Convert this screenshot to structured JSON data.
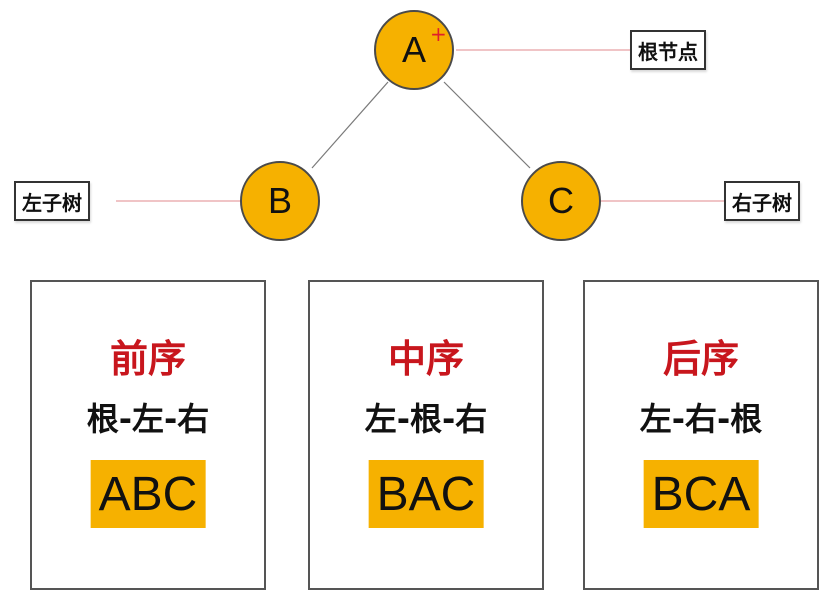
{
  "tree": {
    "nodes": [
      {
        "id": "A",
        "label": "A",
        "role_label": "根节点",
        "marker": "+"
      },
      {
        "id": "B",
        "label": "B",
        "role_label": "左子树"
      },
      {
        "id": "C",
        "label": "C",
        "role_label": "右子树"
      }
    ],
    "edges": [
      [
        "A",
        "B"
      ],
      [
        "A",
        "C"
      ]
    ],
    "node_color": "#f6b100",
    "edge_color": "#7a7a7a",
    "leader_color": "#e7a0a4"
  },
  "traversals": [
    {
      "title": "前序",
      "order": "根-左-右",
      "result": "ABC"
    },
    {
      "title": "中序",
      "order": "左-根-右",
      "result": "BAC"
    },
    {
      "title": "后序",
      "order": "左-右-根",
      "result": "BCA"
    }
  ],
  "colors": {
    "title_red": "#c8161d",
    "highlight": "#f6b100"
  }
}
